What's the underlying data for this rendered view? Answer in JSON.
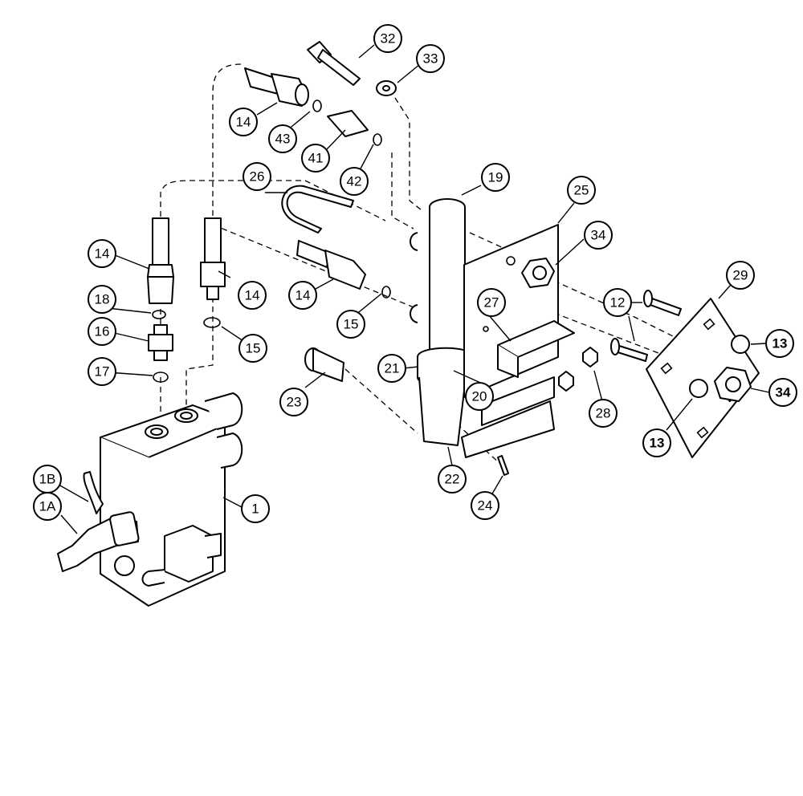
{
  "callouts": {
    "c32": "32",
    "c33": "33",
    "c14a": "14",
    "c43": "43",
    "c41": "41",
    "c42": "42",
    "c19": "19",
    "c25": "25",
    "c26": "26",
    "c34a": "34",
    "c29": "29",
    "c14b": "14",
    "c14c": "14",
    "c14d": "14",
    "c27": "27",
    "c12": "12",
    "c13a": "13",
    "c18": "18",
    "c16": "16",
    "c15a": "15",
    "c15b": "15",
    "c17": "17",
    "c21": "21",
    "c20": "20",
    "c23": "23",
    "c28": "28",
    "c34b": "34",
    "c13b": "13",
    "c22": "22",
    "c24": "24",
    "c1b": "1B",
    "c1a": "1A",
    "c1": "1"
  }
}
